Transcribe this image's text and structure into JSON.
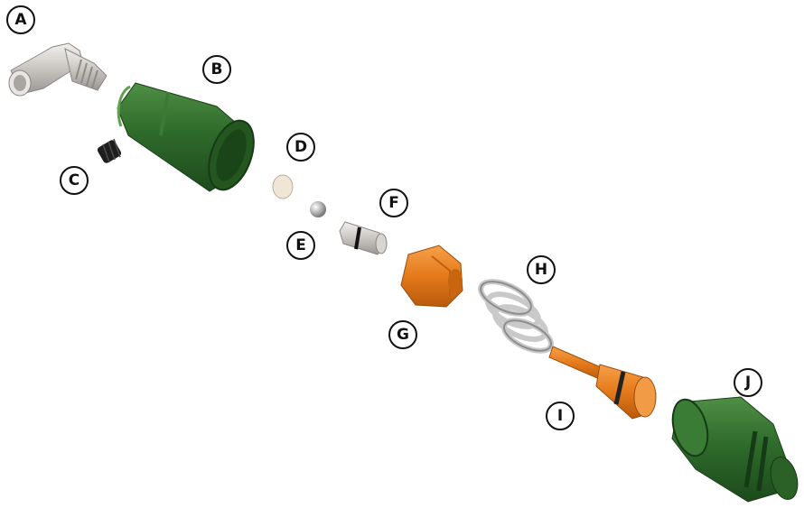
{
  "diagram": {
    "title": "",
    "parts": [
      {
        "key": "A",
        "label": "A",
        "icon": "elbow-fitting-icon",
        "color": "#c9c6c2"
      },
      {
        "key": "B",
        "label": "B",
        "icon": "valve-body-icon",
        "color": "#2e6b2c"
      },
      {
        "key": "C",
        "label": "C",
        "icon": "set-screw-icon",
        "color": "#222222"
      },
      {
        "key": "D",
        "label": "D",
        "icon": "disc-seal-icon",
        "color": "#e8dcc8"
      },
      {
        "key": "E",
        "label": "E",
        "icon": "ball-icon",
        "color": "#b8b8b8"
      },
      {
        "key": "F",
        "label": "F",
        "icon": "seat-insert-icon",
        "color": "#d0cbc4"
      },
      {
        "key": "G",
        "label": "G",
        "icon": "nut-icon",
        "color": "#e47a1a"
      },
      {
        "key": "H",
        "label": "H",
        "icon": "spring-icon",
        "color": "#cfcfcf"
      },
      {
        "key": "I",
        "label": "I",
        "icon": "plunger-icon",
        "color": "#e47a1a"
      },
      {
        "key": "J",
        "label": "J",
        "icon": "end-housing-icon",
        "color": "#2e6b2c"
      }
    ]
  }
}
